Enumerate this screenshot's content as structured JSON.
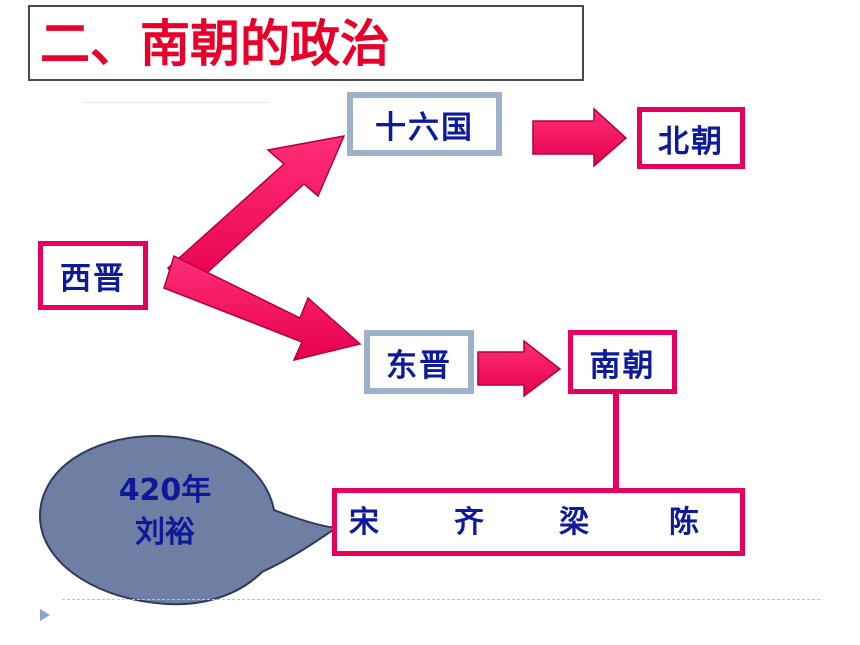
{
  "title": "二、南朝的政治",
  "nodes": {
    "xijin": "西晋",
    "shiliuguo": "十六国",
    "beichao": "北朝",
    "dongjin": "东晋",
    "nanchao": "南朝"
  },
  "dynasties": [
    "宋",
    "齐",
    "梁",
    "陈"
  ],
  "bubble": {
    "year": "420年",
    "person": "刘裕"
  },
  "colors": {
    "title_red": "#e8002a",
    "arrow_pink": "#f0005a",
    "node_border_pink": "#e8005f",
    "node_border_gray": "#9db2c8",
    "text_blue": "#0e1a9c",
    "bubble_fill": "#6f7ea3"
  },
  "icons": {
    "nav": "play-triangle-icon"
  }
}
